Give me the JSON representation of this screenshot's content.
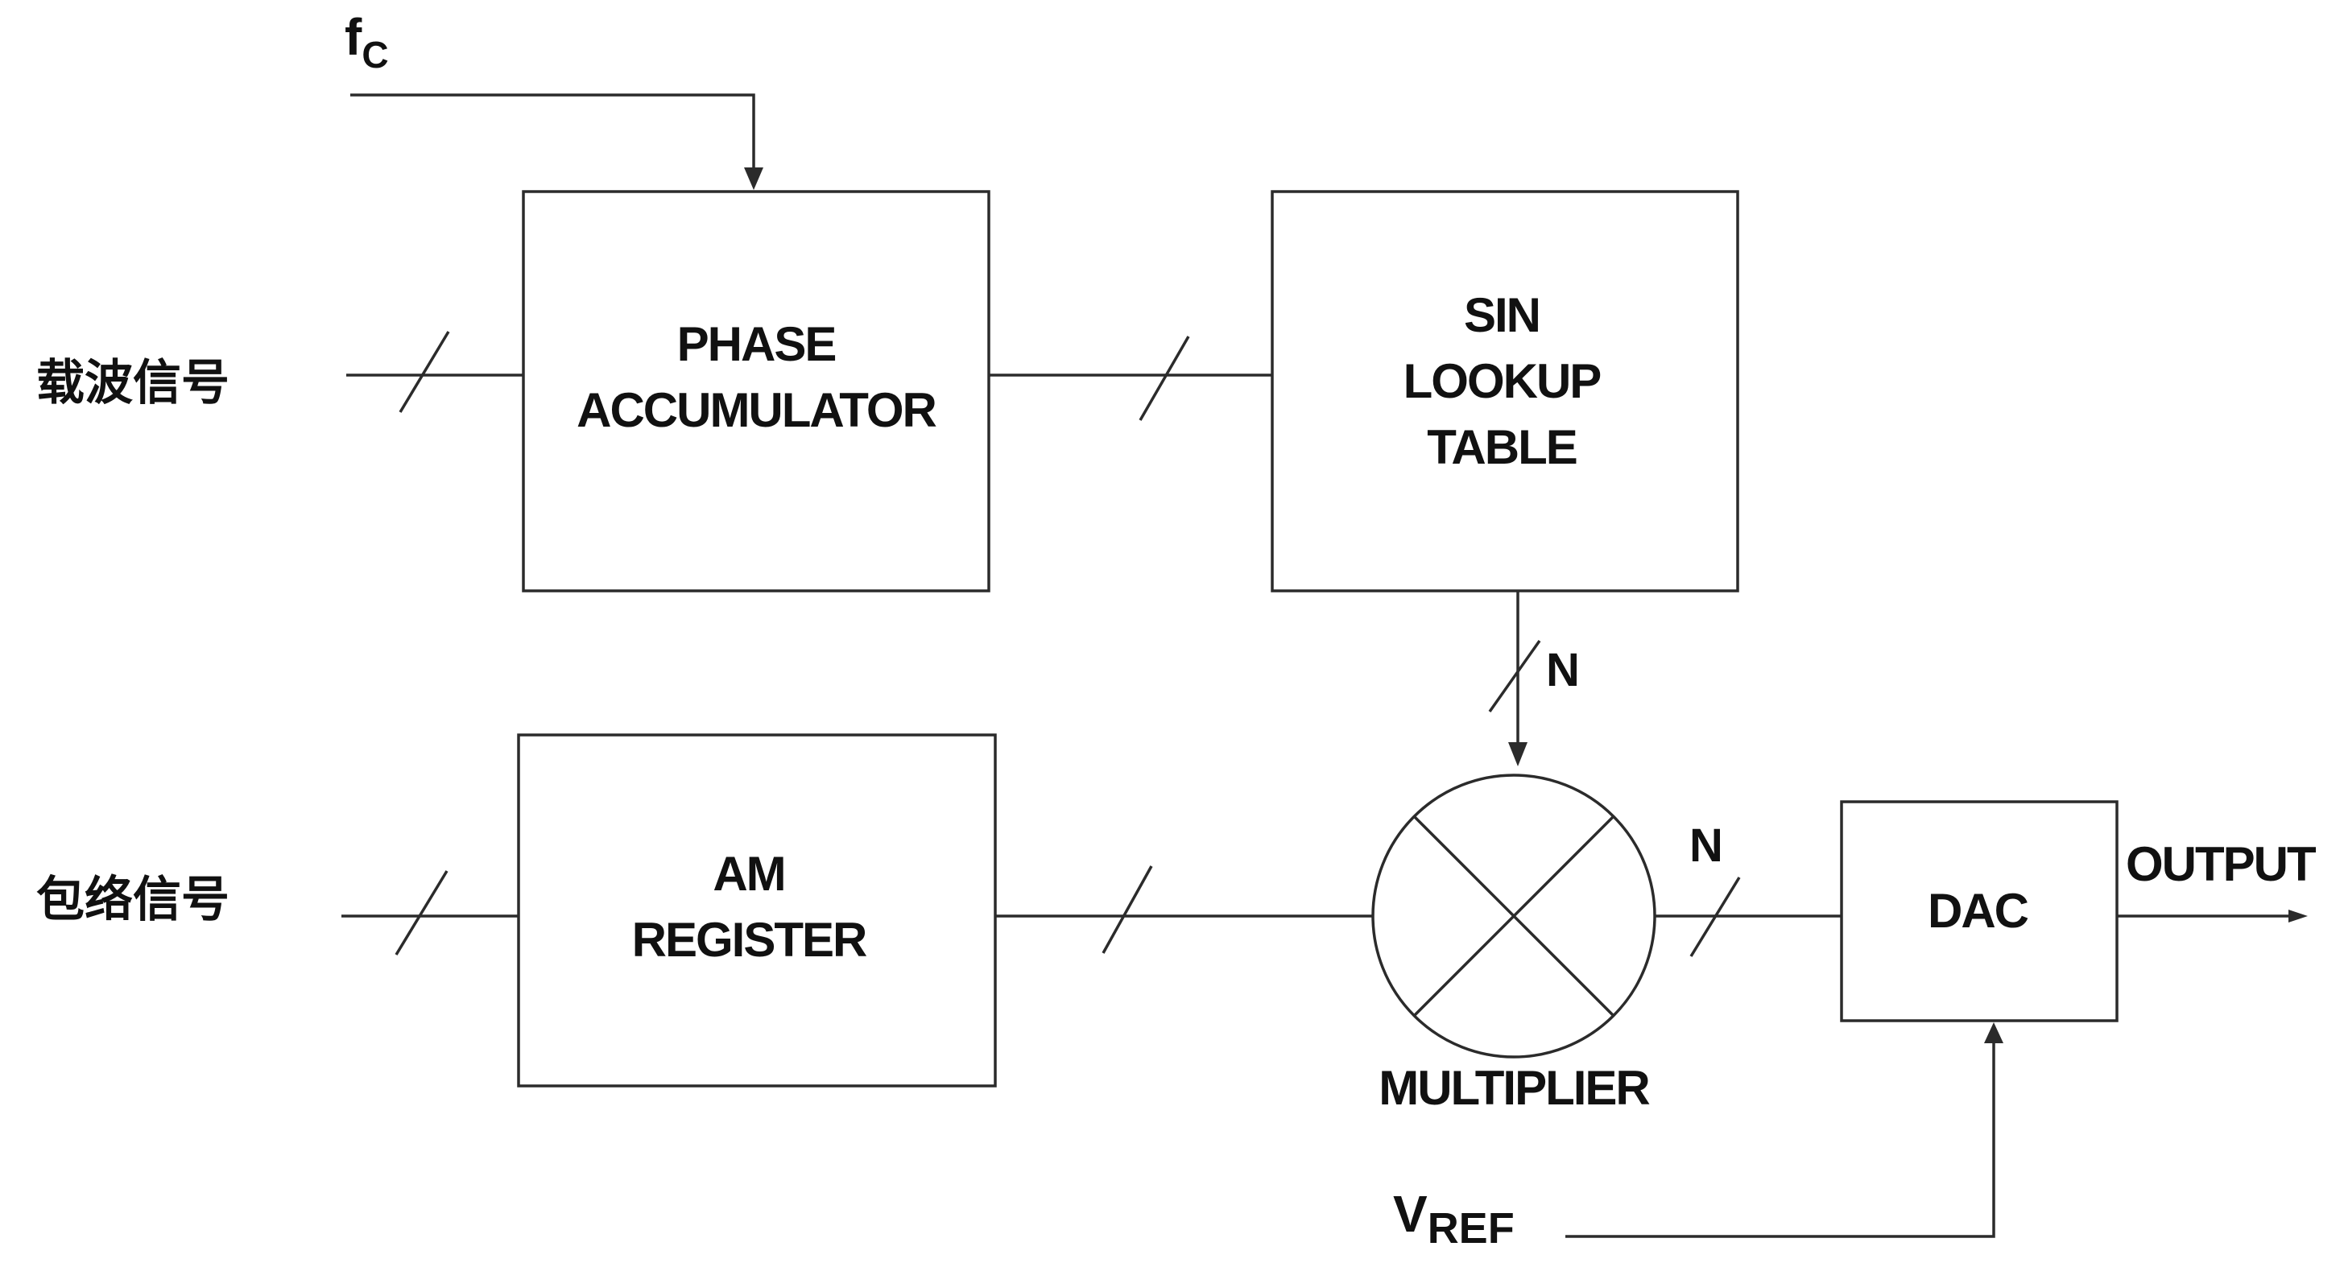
{
  "diagram": {
    "inputs": {
      "fc": {
        "main": "f",
        "sub": "C"
      },
      "carrier": "载波信号",
      "envelope": "包络信号",
      "vref": {
        "main": "V",
        "sub": "REF"
      }
    },
    "blocks": {
      "phase_accumulator": {
        "line1": "PHASE",
        "line2": "ACCUMULATOR"
      },
      "sin_lookup": {
        "line1": "SIN",
        "line2": "LOOKUP",
        "line3": "TABLE"
      },
      "am_register": {
        "line1": "AM",
        "line2": "REGISTER"
      },
      "multiplier": "MULTIPLIER",
      "dac": "DAC"
    },
    "bus_labels": {
      "sin_to_mult": "N",
      "mult_to_dac": "N"
    },
    "output": "OUTPUT"
  }
}
